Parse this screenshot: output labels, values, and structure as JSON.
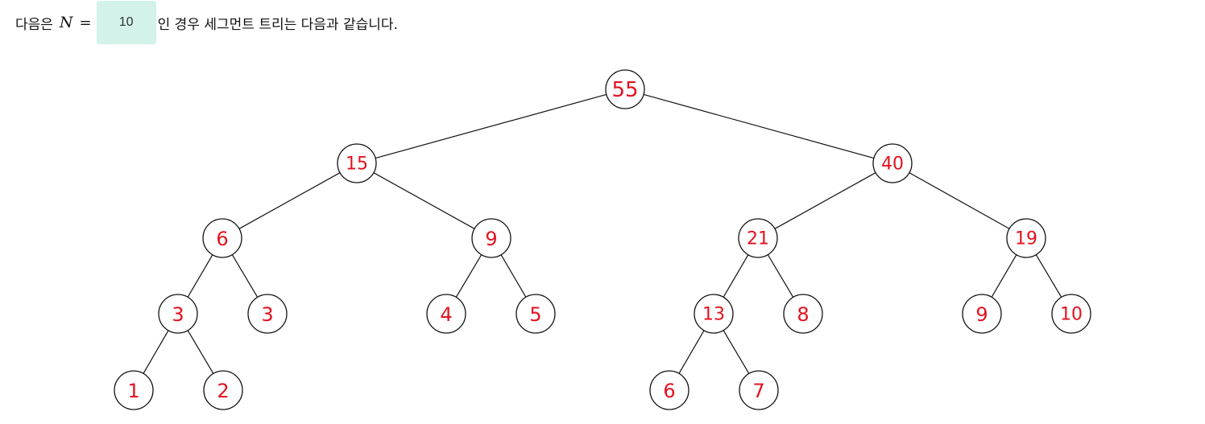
{
  "sentence": {
    "prefix": "다음은",
    "variable": "N",
    "equals": "=",
    "input_value": "10",
    "suffix": "인 경우 세그먼트 트리는 다음과 같습니다."
  },
  "tree": {
    "label_color": "#e3121f",
    "nodes": [
      {
        "id": 1,
        "value": "55",
        "depth": 0
      },
      {
        "id": 2,
        "value": "15",
        "depth": 1
      },
      {
        "id": 3,
        "value": "40",
        "depth": 1
      },
      {
        "id": 4,
        "value": "6",
        "depth": 2
      },
      {
        "id": 5,
        "value": "9",
        "depth": 2
      },
      {
        "id": 6,
        "value": "21",
        "depth": 2
      },
      {
        "id": 7,
        "value": "19",
        "depth": 2
      },
      {
        "id": 8,
        "value": "3",
        "depth": 3
      },
      {
        "id": 9,
        "value": "3",
        "depth": 3
      },
      {
        "id": 10,
        "value": "4",
        "depth": 3
      },
      {
        "id": 11,
        "value": "5",
        "depth": 3
      },
      {
        "id": 12,
        "value": "13",
        "depth": 3
      },
      {
        "id": 13,
        "value": "8",
        "depth": 3
      },
      {
        "id": 14,
        "value": "9",
        "depth": 3
      },
      {
        "id": 15,
        "value": "10",
        "depth": 3
      },
      {
        "id": 16,
        "value": "1",
        "depth": 4
      },
      {
        "id": 17,
        "value": "2",
        "depth": 4
      },
      {
        "id": 24,
        "value": "6",
        "depth": 4
      },
      {
        "id": 25,
        "value": "7",
        "depth": 4
      }
    ]
  }
}
